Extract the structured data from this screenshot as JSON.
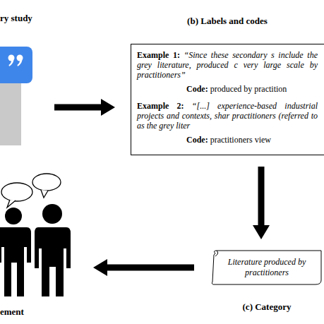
{
  "diagram": {
    "nodes": [
      {
        "text": [
          "ry study"
        ]
      },
      {
        "text": [
          "(b) Labels and codes",
          "Example 1:",
          "“Since these secondary s include the grey literature, produced c very large scale by practitioners”",
          "Code:",
          "produced by practition",
          "Example 2:",
          "“[...] experience-based industrial projects and contexts, shar practitioners (referred to as the grey liter",
          "Code:",
          "practitioners view"
        ]
      },
      {
        "text": [
          "Literature produced by practitioners",
          "(c) Category"
        ]
      },
      {
        "text": [
          "ement"
        ]
      }
    ],
    "edges": [
      {
        "from": 0,
        "to": 1,
        "arrow": "to"
      },
      {
        "from": 1,
        "to": 2,
        "arrow": "to"
      },
      {
        "from": 2,
        "to": 3,
        "arrow": "to"
      }
    ]
  }
}
